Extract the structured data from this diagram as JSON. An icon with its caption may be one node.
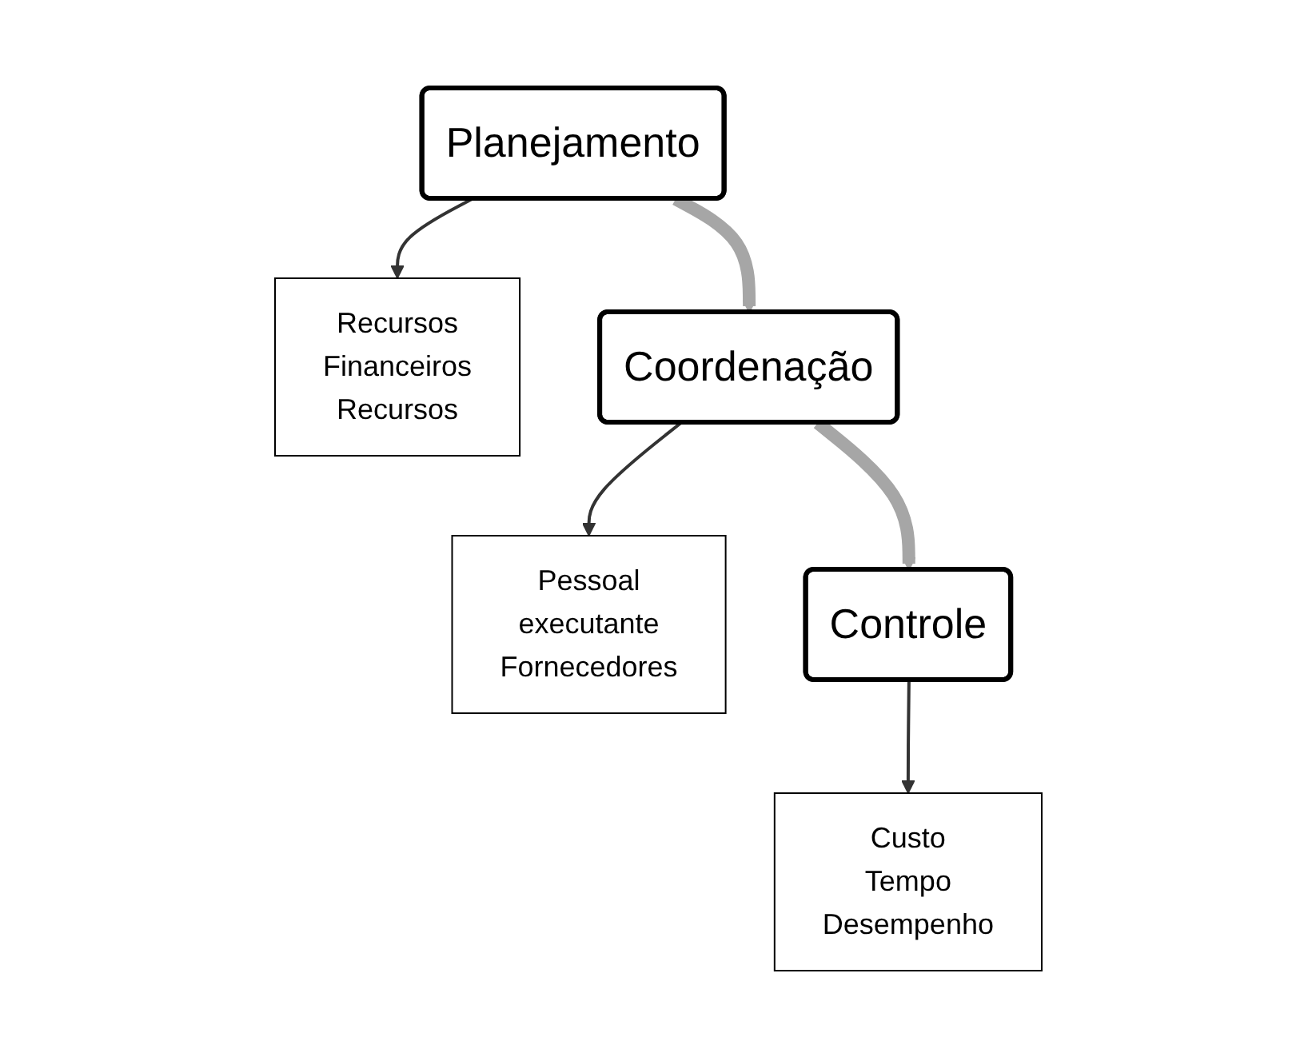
{
  "diagram": {
    "nodes": [
      {
        "text": [
          "Planejamento"
        ]
      },
      {
        "text": [
          "Recursos",
          "Financeiros",
          "Recursos"
        ]
      },
      {
        "text": [
          "Coordenação"
        ]
      },
      {
        "text": [
          "Pessoal",
          "executante",
          "Fornecedores"
        ]
      },
      {
        "text": [
          "Controle"
        ]
      },
      {
        "text": [
          "Custo",
          "Tempo",
          "Desempenho"
        ]
      }
    ],
    "edges": [
      {
        "from": 0,
        "to": 1,
        "arrow": "to"
      },
      {
        "from": 0,
        "to": 2,
        "arrow": "to",
        "style": "thick",
        "color": "#a6a6a6"
      },
      {
        "from": 2,
        "to": 3,
        "arrow": "to"
      },
      {
        "from": 2,
        "to": 4,
        "arrow": "to",
        "style": "thick",
        "color": "#a6a6a6"
      },
      {
        "from": 4,
        "to": 5,
        "arrow": "to"
      }
    ]
  }
}
